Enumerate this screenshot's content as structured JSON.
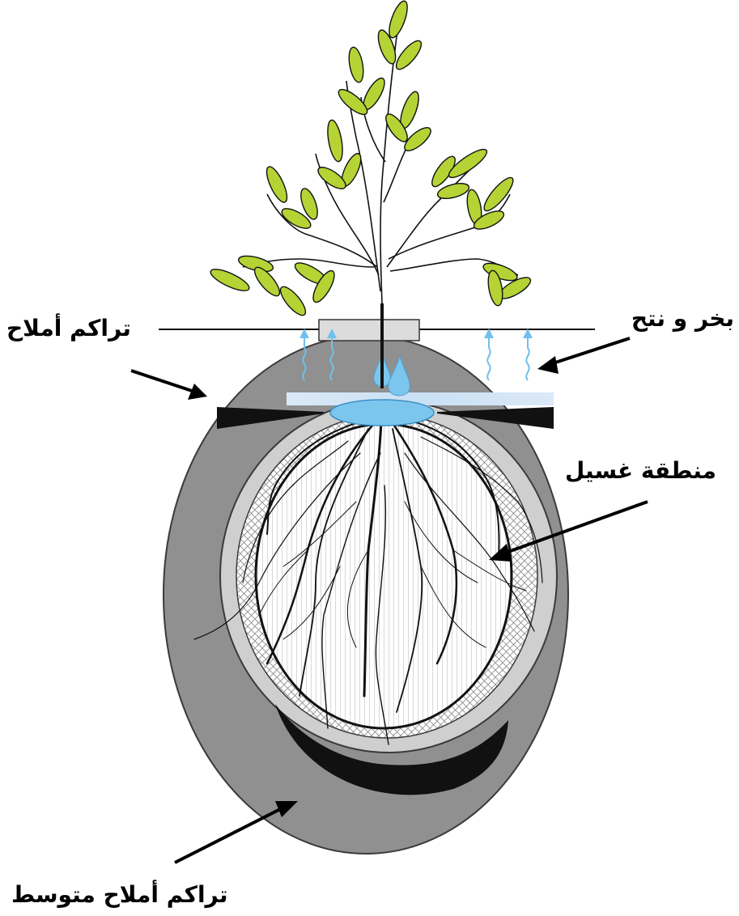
{
  "labels": {
    "salt_accumulation": "تراكم أملاح",
    "evaporation_transpiration": "بخر و نتح",
    "leaching_zone": "منطقة غسيل",
    "medium_salt_accumulation": "تراكم أملاح متوسط"
  },
  "colors": {
    "leaf": "#b5d334",
    "leaf_outline": "#1a1a1a",
    "water": "#7cc6ee",
    "outer_ring": "#909090",
    "inner_ring": "#cfcfcf",
    "salt": "#111111"
  }
}
